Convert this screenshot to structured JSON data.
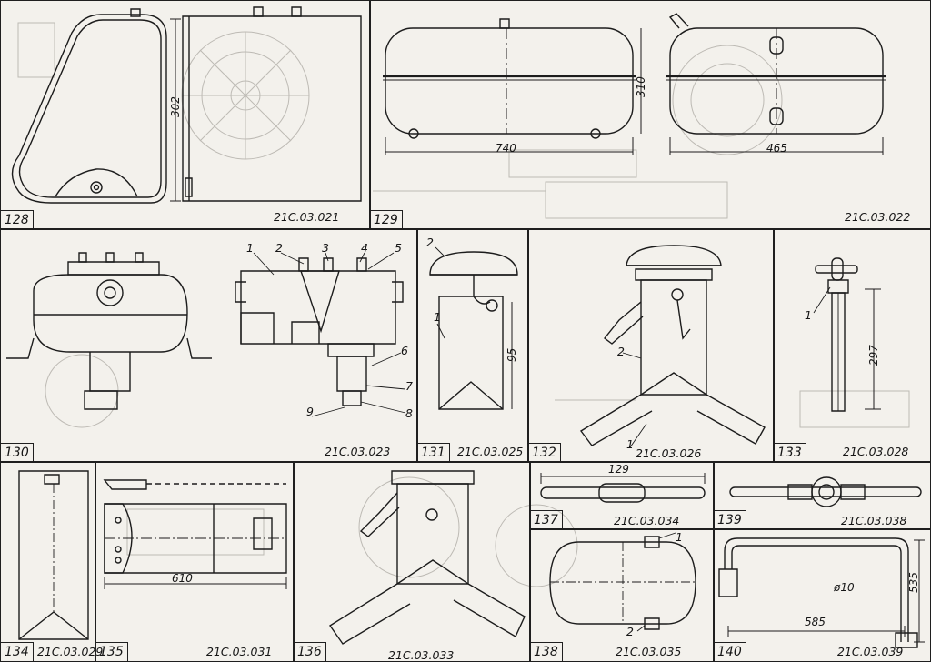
{
  "panels": {
    "p128": {
      "number": "128",
      "code": "21C.03.021",
      "dims": {
        "height": "302"
      }
    },
    "p129": {
      "number": "129",
      "code": "21C.03.022",
      "dims": {
        "height": "310",
        "length": "740",
        "width": "465"
      }
    },
    "p130": {
      "number": "130",
      "code": "21C.03.023",
      "callouts": [
        "1",
        "2",
        "3",
        "4",
        "5",
        "6",
        "7",
        "8",
        "9"
      ]
    },
    "p131": {
      "number": "131",
      "code": "21C.03.025",
      "dims": {
        "height": "95"
      },
      "callouts": [
        "1",
        "2"
      ]
    },
    "p132": {
      "number": "132",
      "code": "21C.03.026",
      "callouts": [
        "1",
        "2"
      ]
    },
    "p133": {
      "number": "133",
      "code": "21C.03.028",
      "dims": {
        "height": "297"
      },
      "callouts": [
        "1"
      ]
    },
    "p134": {
      "number": "134",
      "code": "21C.03.029"
    },
    "p135": {
      "number": "135",
      "code": "21C.03.031",
      "dims": {
        "length": "610"
      }
    },
    "p136": {
      "number": "136",
      "code": "21C.03.033"
    },
    "p137": {
      "number": "137",
      "code": "21C.03.034",
      "dims": {
        "length": "129"
      }
    },
    "p138": {
      "number": "138",
      "code": "21C.03.035",
      "callouts": [
        "1",
        "2"
      ]
    },
    "p139": {
      "number": "139",
      "code": "21C.03.038"
    },
    "p140": {
      "number": "140",
      "code": "21C.03.039",
      "dims": {
        "diameter": "ø10",
        "height": "535",
        "length": "585"
      }
    }
  },
  "colors": {
    "ink": "#1b1b1b",
    "paper": "#f3f1ec",
    "ghost": "#b9b6b0"
  }
}
